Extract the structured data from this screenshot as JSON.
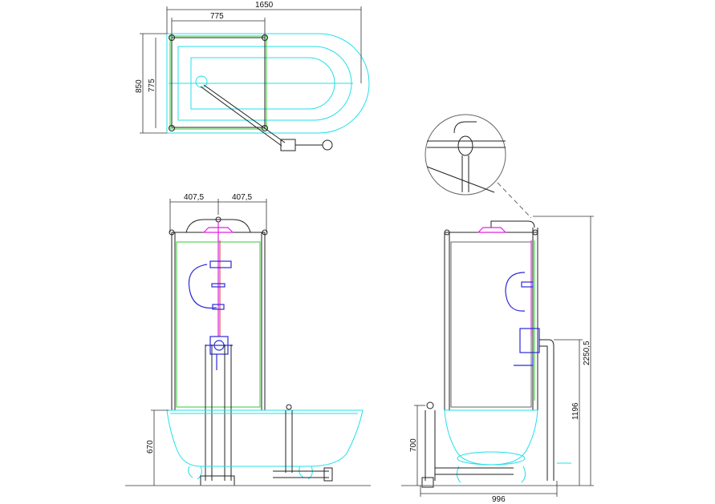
{
  "colors": {
    "bath_outline": "#20e0e8",
    "frame_inner": "#35c93a",
    "water_supply": "#2a2ad8",
    "shower_head": "#e020e0",
    "structure": "#222222"
  },
  "plan_view": {
    "dim_total_length": "1650",
    "dim_frame_length": "775",
    "dim_width": "850",
    "dim_frame_width": "775"
  },
  "front_view": {
    "dim_left_half": "407,5",
    "dim_right_half": "407,5",
    "dim_bath_height": "670"
  },
  "side_view": {
    "dim_total_height": "2250,5",
    "dim_supply_height": "1196",
    "dim_overflow_height": "700",
    "dim_depth": "996"
  }
}
